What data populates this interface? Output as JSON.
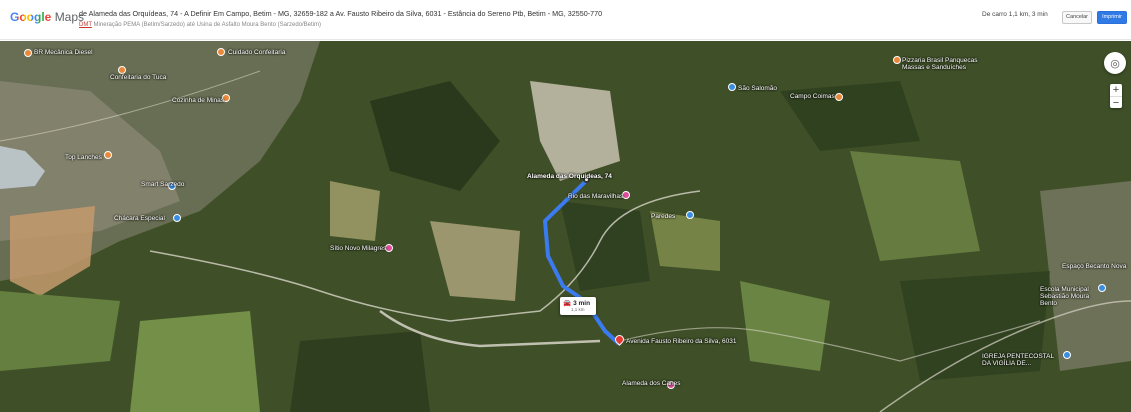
{
  "header": {
    "logo_google": "Google",
    "logo_maps": "Maps",
    "route_title": "de Alameda das Orquídeas, 74 - A Definir Em Campo, Betim - MG, 32659-182 a Av. Fausto Ribeiro da Silva, 6031 - Estância do Sereno Ptb, Betim - MG, 32550-770",
    "route_via_prefix": "DMT",
    "route_via": " Mineração PEMA (Betim/Sarzedo) até Usina de Asfalto Moura Bento (Sarzedo/Betim)",
    "summary": "De carro 1,1 km, 3 min",
    "cancel_label": "Cancelar",
    "print_label": "Imprimir"
  },
  "map": {
    "route_time": "3 min",
    "route_distance": "1,1 km",
    "labels": [
      {
        "id": "br-mecanica",
        "text": "BR Mecânica Diesel"
      },
      {
        "id": "confeitaria-do-tuca",
        "text": "Confeitaria do Tuca"
      },
      {
        "id": "confeitaria",
        "text": "Cuidado Confeitaria"
      },
      {
        "id": "cozinha-de-minas",
        "text": "Cozinha de Minas"
      },
      {
        "id": "top-lanches",
        "text": "Top Lanches"
      },
      {
        "id": "chacara",
        "text": "Chácara Especial"
      },
      {
        "id": "smart-sarzedo",
        "text": "Smart Sarzedo"
      },
      {
        "id": "sitio-novo",
        "text": "Sítio Novo Milagres"
      },
      {
        "id": "orquideas",
        "text": "Alameda das Orquídeas, 74"
      },
      {
        "id": "rio-das-maravilhas",
        "text": "Rio das Maravilhas"
      },
      {
        "id": "paredes",
        "text": "Paredes"
      },
      {
        "id": "fausto",
        "text": "Avenida Fausto Ribeiro da Silva, 6031"
      },
      {
        "id": "alameda-canes",
        "text": "Alameda dos Canes"
      },
      {
        "id": "campo-verde",
        "text": "Campo Coimas"
      },
      {
        "id": "pizzaria",
        "text": "Pizzaria Brasil Panquecas Massas e Sanduíches"
      },
      {
        "id": "igreja",
        "text": "IGREJA PENTECOSTAL DA VIGÍLIA DE..."
      },
      {
        "id": "escola",
        "text": "Escola Municipal Sebastião Moura Bento"
      },
      {
        "id": "espaco",
        "text": "Espaço Becanto Nova"
      },
      {
        "id": "sao-sebastiao",
        "text": "São Salomão"
      }
    ]
  },
  "colors": {
    "route": "#3b7bf2",
    "print_button": "#2f7ae5"
  }
}
